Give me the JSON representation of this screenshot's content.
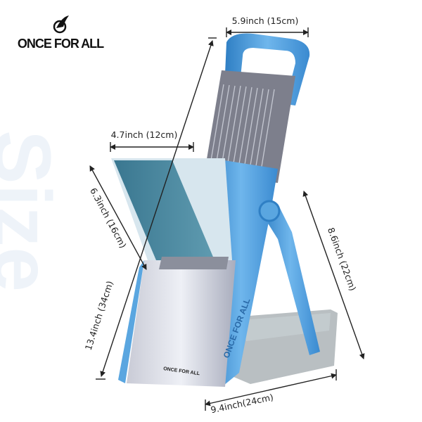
{
  "watermark": "Size",
  "brand": {
    "name": "ONCE FOR ALL",
    "logo_icon": "wing-swirl-icon"
  },
  "product": {
    "body_brand": "ONCE FOR ALL",
    "leg_brand": "ONCE FOR ALL",
    "accent_color": "#4a9ad8"
  },
  "dimensions": {
    "handle_width": "5.9inch (15cm)",
    "chute_width": "4.7inch (12cm)",
    "chute_height": "6.3inch (16cm)",
    "total_height": "13.4inch (34cm)",
    "leg_height": "8.6inch (22cm)",
    "base_depth": "9.4inch(24cm)"
  }
}
